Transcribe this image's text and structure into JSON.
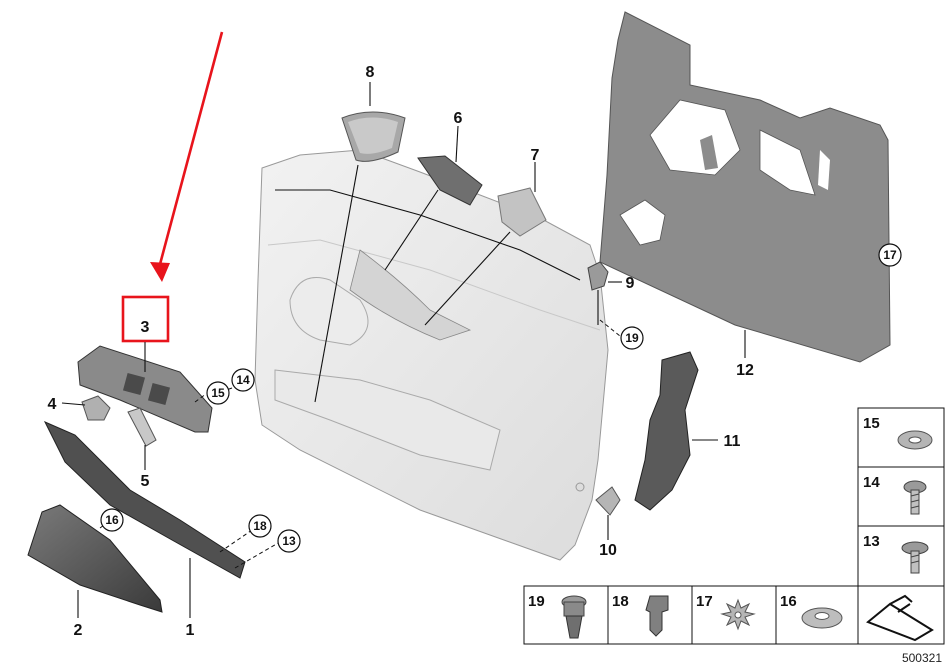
{
  "callouts": {
    "c1": "1",
    "c2": "2",
    "c3": "3",
    "c4": "4",
    "c5": "5",
    "c6": "6",
    "c7": "7",
    "c8": "8",
    "c9": "9",
    "c10": "10",
    "c11": "11",
    "c12": "12",
    "c13": "13",
    "c14": "14",
    "c15": "15",
    "c16": "16",
    "c17": "17",
    "c18": "18",
    "c19": "19"
  },
  "legend_table": {
    "right": [
      "15",
      "14",
      "13"
    ],
    "bottom": [
      "19",
      "18",
      "17",
      "16"
    ]
  },
  "drawing_number": "500321",
  "colors": {
    "highlight": "#e8141c",
    "panel": "#e6e6e6",
    "insulation": "#8c8c8c"
  }
}
